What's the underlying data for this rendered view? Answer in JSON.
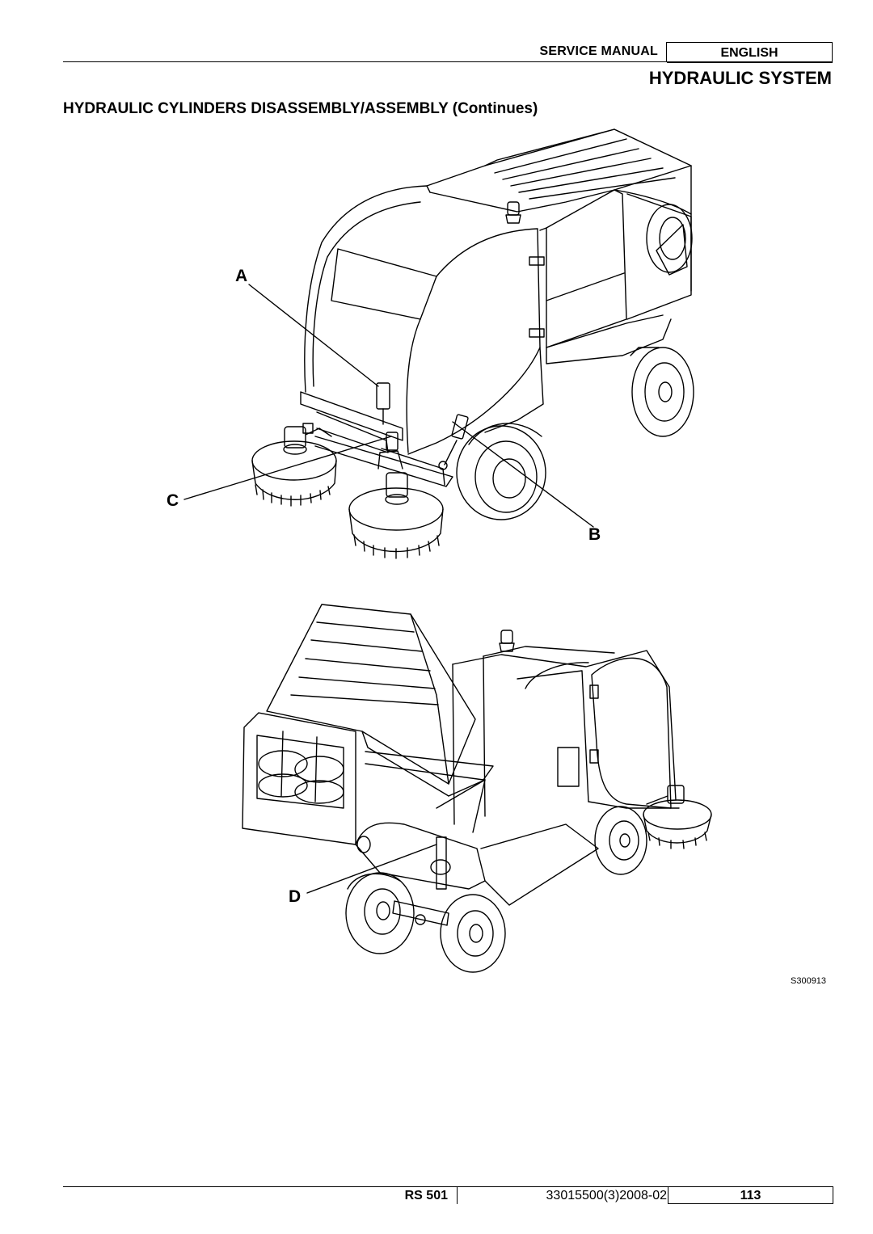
{
  "header": {
    "manual_label": "SERVICE MANUAL",
    "language": "ENGLISH",
    "section_title": "HYDRAULIC SYSTEM"
  },
  "subsection_title": "HYDRAULIC CYLINDERS DISASSEMBLY/ASSEMBLY (Continues)",
  "figure": {
    "callouts": {
      "a": "A",
      "b": "B",
      "c": "C",
      "d": "D"
    },
    "code": "S300913"
  },
  "footer": {
    "model": "RS 501",
    "doc_number": "33015500(3)2008-02",
    "page": "113"
  }
}
